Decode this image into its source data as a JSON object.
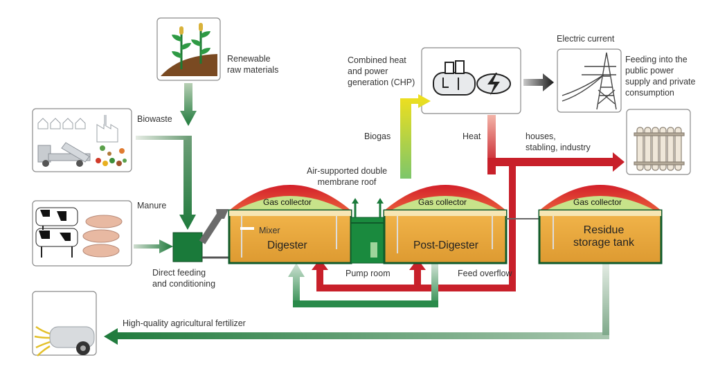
{
  "labels": {
    "renewable_raw_materials": [
      "Renewable",
      "raw materials"
    ],
    "biowaste": "Biowaste",
    "manure": "Manure",
    "direct_feeding": [
      "Direct feeding",
      "and conditioning"
    ],
    "air_supported_roof": [
      "Air-supported double",
      "membrane roof"
    ],
    "combined_heat_power": [
      "Combined heat",
      "and power",
      "generation (CHP)"
    ],
    "electric_current": "Electric current",
    "feeding_public": [
      "Feeding into the",
      "public power",
      "supply and private",
      "consumption"
    ],
    "biogas": "Biogas",
    "heat": "Heat",
    "houses": [
      "houses,",
      "stabling, industry"
    ],
    "gas_collector": "Gas collector",
    "mixer": "Mixer",
    "digester": "Digester",
    "post_digester": "Post-Digester",
    "residue_storage": [
      "Residue",
      "storage tank"
    ],
    "pump_room": "Pump room",
    "feed_overflow": "Feed overflow",
    "fertilizer": "High-quality agricultural fertilizer"
  },
  "colors": {
    "feed_green": "#1f7a3c",
    "dark_green": "#0f5a2a",
    "tank_orange": "#e6a43c",
    "gas_green": "#c7e38a",
    "roof_red": "#d6212b",
    "heat_red": "#c8202a",
    "biogas_yellow": "#f2e01c",
    "pump_green": "#1a8a3e"
  },
  "icons": [
    "corn-plants-icon",
    "waste-truck-icon",
    "cows-pigs-icon",
    "chp-generator-icon",
    "power-pylon-icon",
    "radiator-icon",
    "manure-spreader-icon",
    "feeder-hopper-icon"
  ]
}
